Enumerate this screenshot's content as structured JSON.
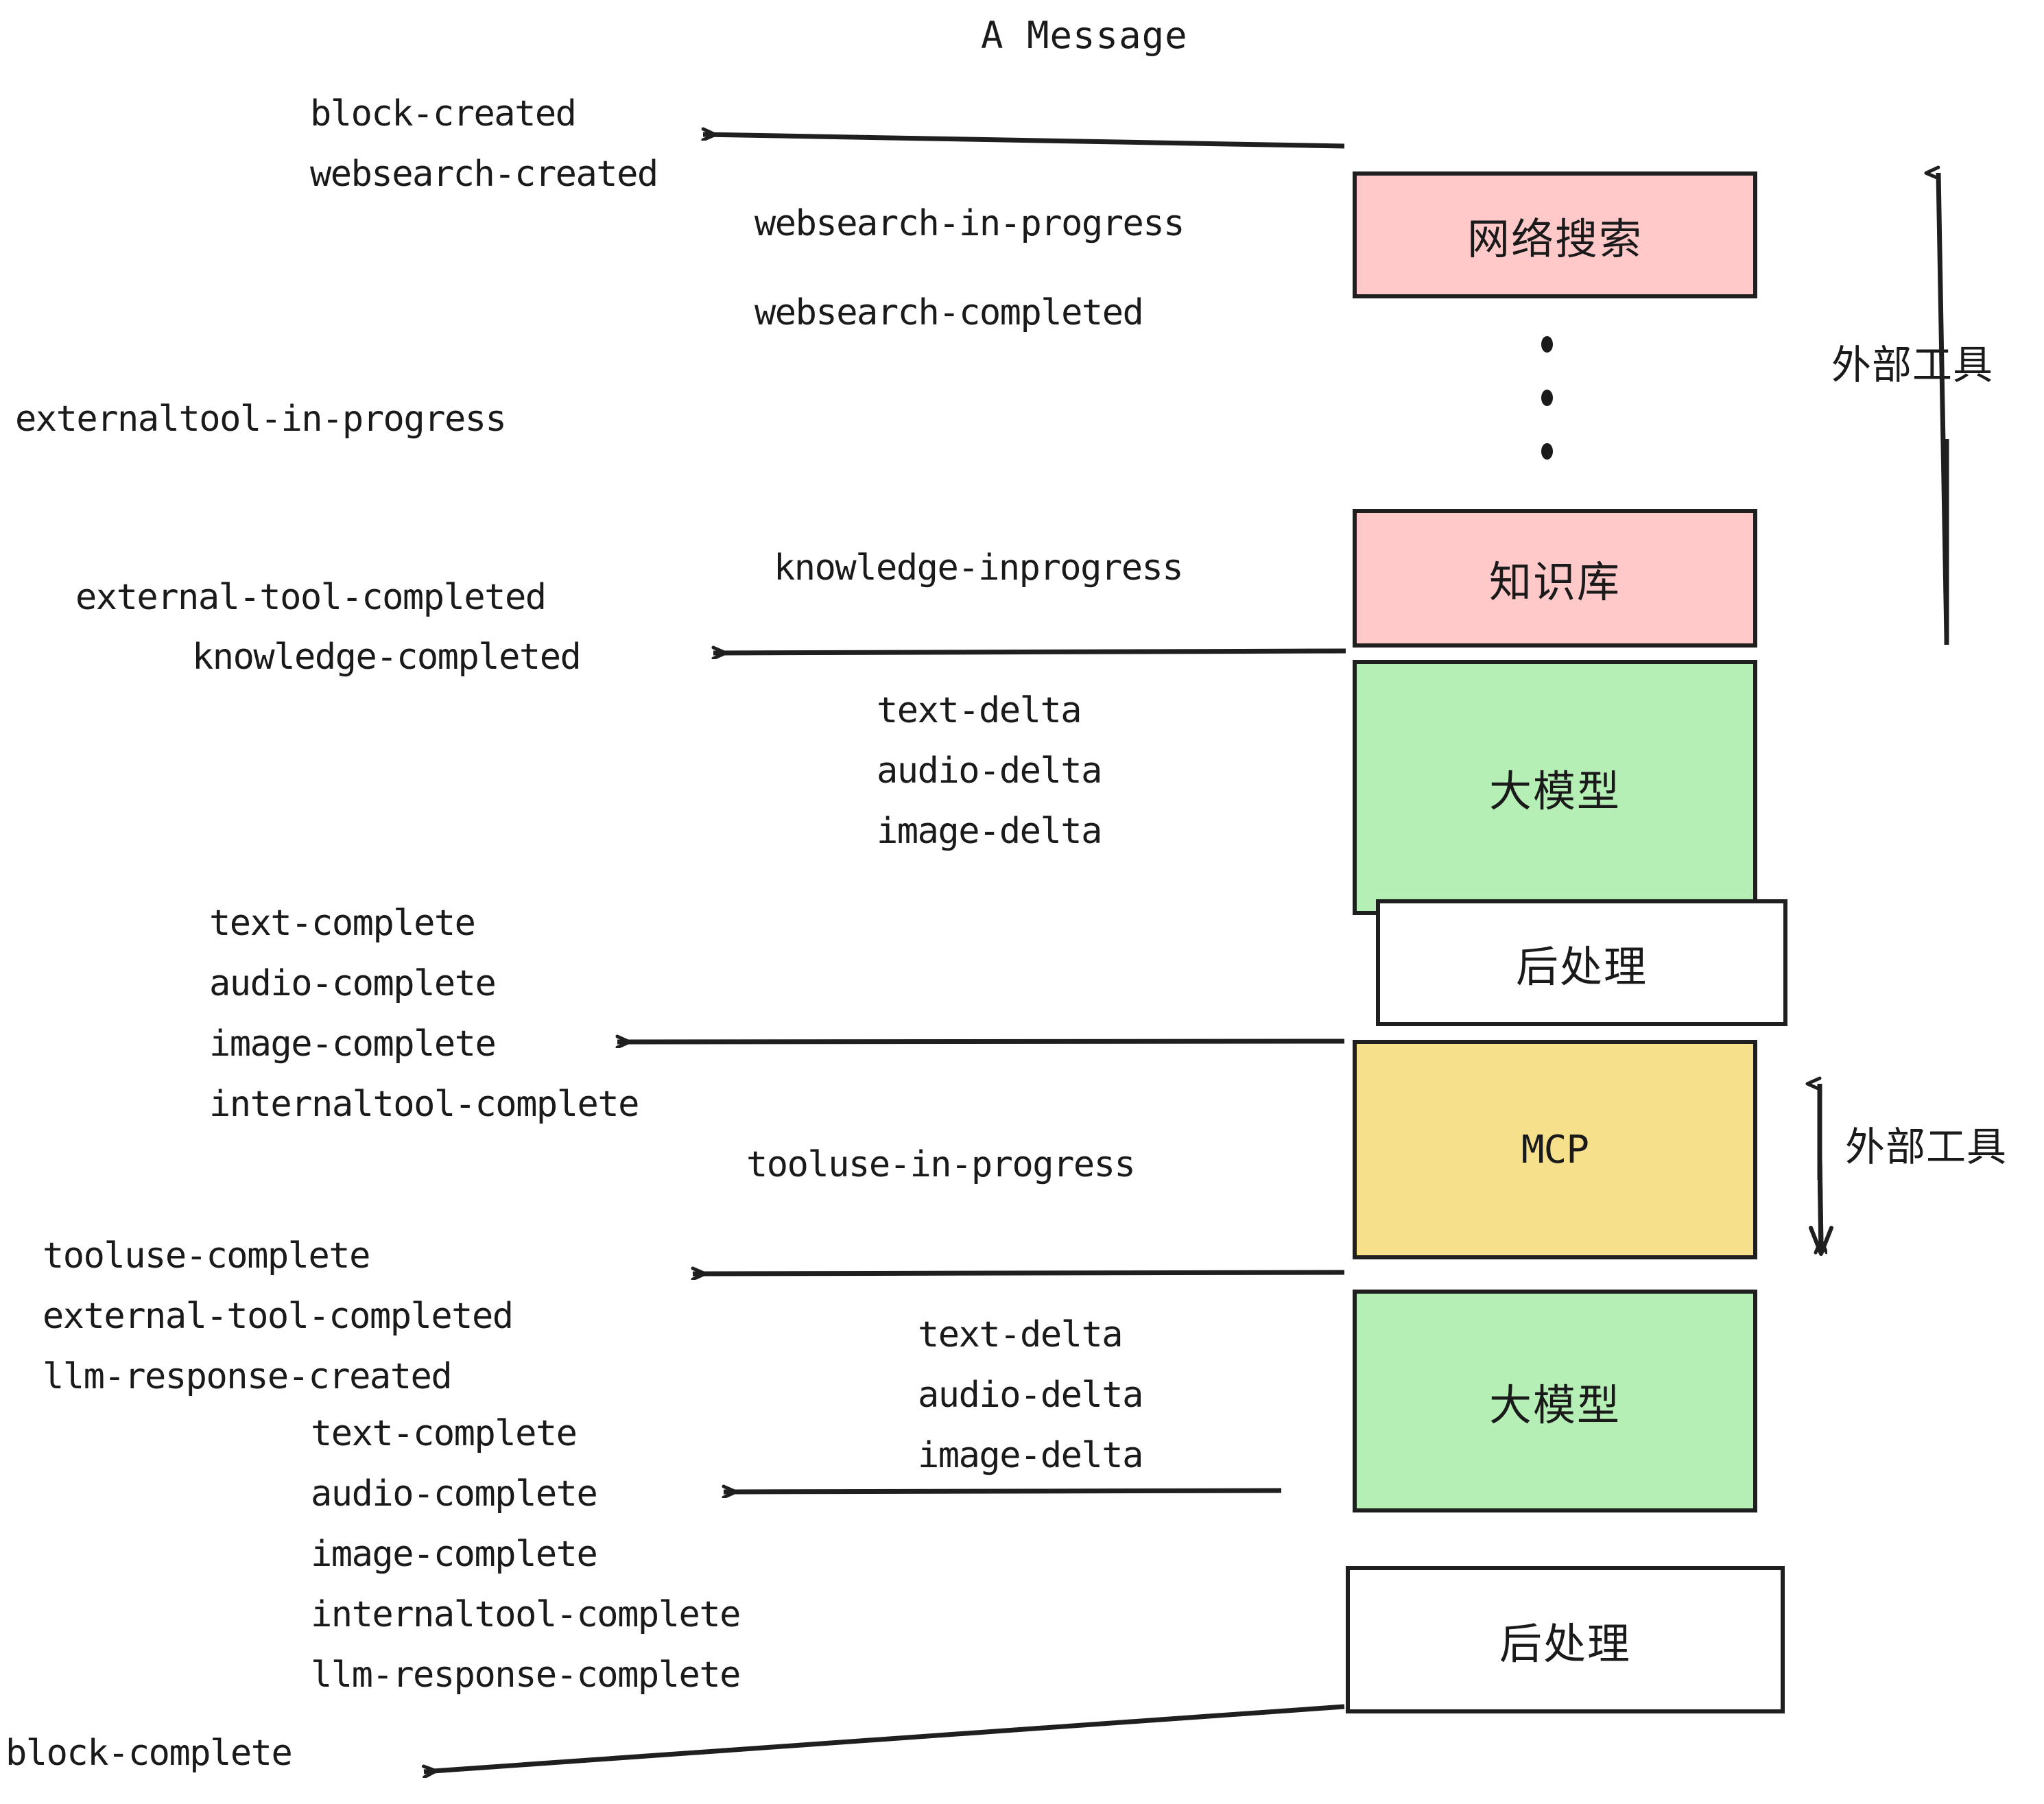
{
  "title": "A Message",
  "nodes": [
    {
      "id": "websearch",
      "label": "网络搜索",
      "color": "#FFC9C9",
      "kind": "cn"
    },
    {
      "id": "knowledge",
      "label": "知识库",
      "color": "#FFC9C9",
      "kind": "cn"
    },
    {
      "id": "llm-top",
      "label": "大模型",
      "color": "#B5EFB5",
      "kind": "cn"
    },
    {
      "id": "post-top",
      "label": "后处理",
      "color": "#FFFFFF",
      "kind": "cn"
    },
    {
      "id": "mcp",
      "label": "MCP",
      "color": "#F7E08C",
      "kind": "mono"
    },
    {
      "id": "llm-bottom",
      "label": "大模型",
      "color": "#B5EFB5",
      "kind": "cn"
    },
    {
      "id": "post-bottom",
      "label": "后处理",
      "color": "#FFFFFF",
      "kind": "cn"
    }
  ],
  "side_labels": [
    {
      "id": "external-tool-top",
      "text": "外部工具"
    },
    {
      "id": "external-tool-bottom",
      "text": "外部工具"
    }
  ],
  "events": [
    {
      "id": "e01",
      "text": "block-created"
    },
    {
      "id": "e02",
      "text": "websearch-created"
    },
    {
      "id": "e03",
      "text": "websearch-in-progress"
    },
    {
      "id": "e04",
      "text": "websearch-completed"
    },
    {
      "id": "e05",
      "text": "externaltool-in-progress"
    },
    {
      "id": "e06",
      "text": "knowledge-inprogress"
    },
    {
      "id": "e07",
      "text": "external-tool-completed"
    },
    {
      "id": "e08",
      "text": "knowledge-completed"
    },
    {
      "id": "e09",
      "text": "text-delta"
    },
    {
      "id": "e10",
      "text": "audio-delta"
    },
    {
      "id": "e11",
      "text": "image-delta"
    },
    {
      "id": "e12",
      "text": "text-complete"
    },
    {
      "id": "e13",
      "text": "audio-complete"
    },
    {
      "id": "e14",
      "text": "image-complete"
    },
    {
      "id": "e15",
      "text": "internaltool-complete"
    },
    {
      "id": "e16",
      "text": "tooluse-in-progress"
    },
    {
      "id": "e17",
      "text": "tooluse-complete"
    },
    {
      "id": "e18",
      "text": "external-tool-completed"
    },
    {
      "id": "e19",
      "text": "llm-response-created"
    },
    {
      "id": "e20",
      "text": "text-complete"
    },
    {
      "id": "e21",
      "text": "audio-complete"
    },
    {
      "id": "e22",
      "text": "image-complete"
    },
    {
      "id": "e23",
      "text": "internaltool-complete"
    },
    {
      "id": "e24",
      "text": "llm-response-complete"
    },
    {
      "id": "e25",
      "text": "text-delta"
    },
    {
      "id": "e26",
      "text": "audio-delta"
    },
    {
      "id": "e27",
      "text": "image-delta"
    },
    {
      "id": "e28",
      "text": "block-complete"
    }
  ],
  "colors": {
    "stroke": "#1f1f1f",
    "pink": "#FFC9C9",
    "green": "#B5EFB5",
    "yellow": "#F7E08C",
    "white": "#FFFFFF",
    "text": "#1a1a1a"
  }
}
